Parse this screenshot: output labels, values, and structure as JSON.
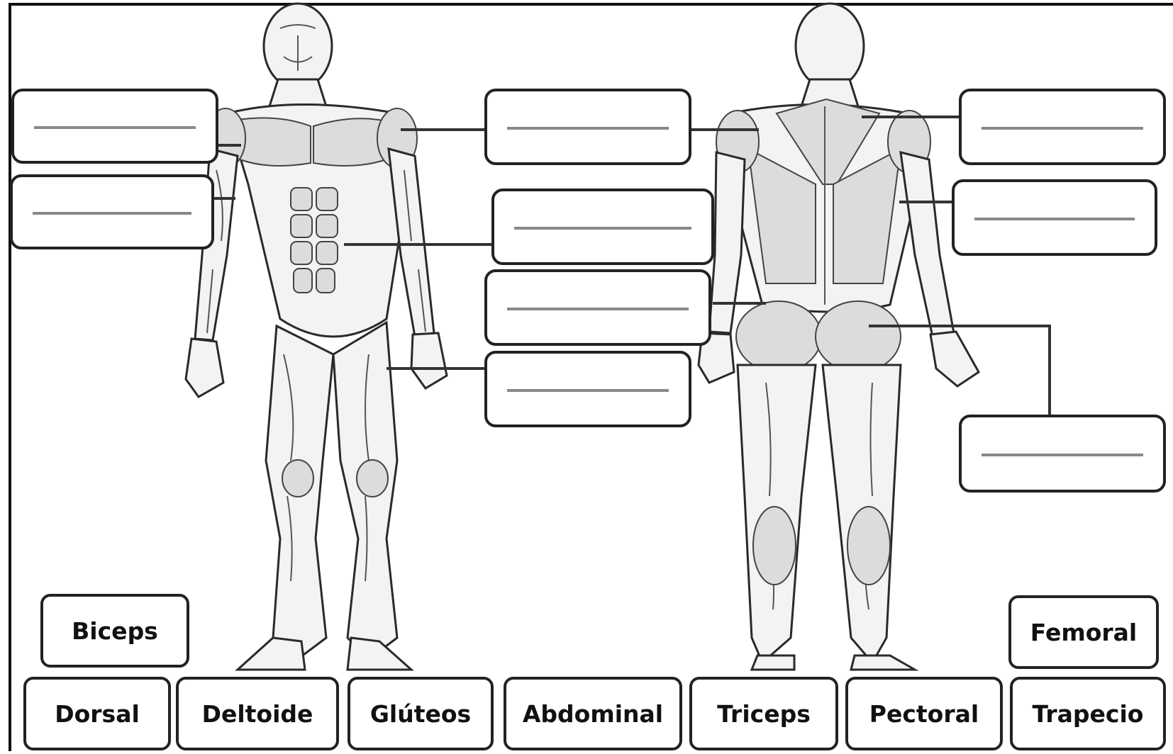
{
  "worksheet": {
    "word_bank": [
      {
        "id": "biceps",
        "label": "Biceps"
      },
      {
        "id": "femoral",
        "label": "Femoral"
      },
      {
        "id": "dorsal",
        "label": "Dorsal"
      },
      {
        "id": "deltoide",
        "label": "Deltoide"
      },
      {
        "id": "gluteos",
        "label": "Glúteos"
      },
      {
        "id": "abdominal",
        "label": "Abdominal"
      },
      {
        "id": "triceps",
        "label": "Triceps"
      },
      {
        "id": "pectoral",
        "label": "Pectoral"
      },
      {
        "id": "trapecio",
        "label": "Trapecio"
      }
    ],
    "answer_slots": [
      {
        "id": "front-left-upper",
        "value": ""
      },
      {
        "id": "front-left-lower",
        "value": ""
      },
      {
        "id": "center-1",
        "value": ""
      },
      {
        "id": "center-2",
        "value": ""
      },
      {
        "id": "center-3",
        "value": ""
      },
      {
        "id": "center-4",
        "value": ""
      },
      {
        "id": "back-right-upper",
        "value": ""
      },
      {
        "id": "back-right-middle",
        "value": ""
      },
      {
        "id": "back-right-lower",
        "value": ""
      }
    ]
  }
}
